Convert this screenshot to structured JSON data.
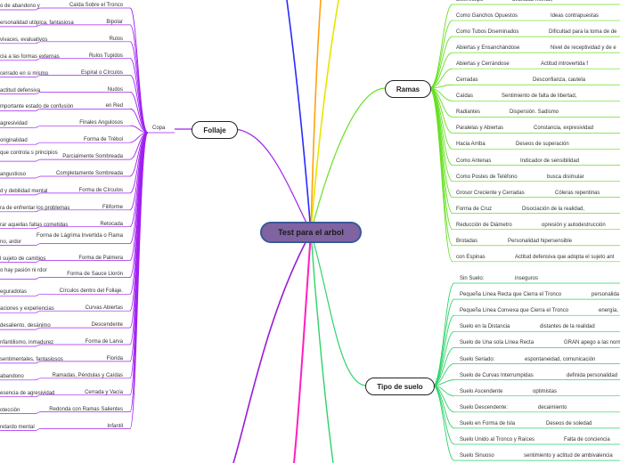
{
  "title": "Test para el arbol",
  "colors": {
    "follaje": "#a020f0",
    "ramas": "#66e021",
    "suelo": "#2ed36a",
    "central_fill": "#8064a2",
    "central_border": "#3b5998",
    "magenta": "#ff1fbf",
    "orange": "#ffa010",
    "yellow": "#e6e600",
    "blue": "#2a2aff",
    "purple_dark": "#9a1ad6"
  },
  "follaje": {
    "label": "Follaje",
    "copa": "Copa",
    "items": [
      {
        "name": "Caída Sobre el Tronco",
        "detail": "o de abandono y"
      },
      {
        "name": "Bipolar",
        "detail": "ersonalidad utópica, fantasiosa"
      },
      {
        "name": "Rulos",
        "detail": "vivaces, evaluativos"
      },
      {
        "name": "Rulos Tupidos",
        "detail": "cia a las formas externas"
      },
      {
        "name": "Espiral o Círculos",
        "detail": "cerrado en si mismo"
      },
      {
        "name": "Nudos",
        "detail": "actitud defensiva"
      },
      {
        "name": "en Red",
        "detail": "mportante estado de confusión"
      },
      {
        "name": "Finales Angulosos",
        "detail": "agresividad"
      },
      {
        "name": "Forma de Trébol",
        "detail": "originalidad"
      },
      {
        "name": "Parcialmente Sombreada",
        "detail": "que controla\ns principios"
      },
      {
        "name": "Completamente Sombreada",
        "detail": "angustioso"
      },
      {
        "name": "Forma de Círculos",
        "detail": "d y debilidad mental"
      },
      {
        "name": "Filiforme",
        "detail": "ra de enfrentar los problemas"
      },
      {
        "name": "Retocada",
        "detail": "rar aquellas faltas cometidas"
      },
      {
        "name": "Forma de Lágrima Invertida\no Flama",
        "detail": "no, ardor"
      },
      {
        "name": "Forma de Palmera",
        "detail": "l sujeto de cambios"
      },
      {
        "name": "Forma de Sauce Llorón",
        "detail": "o hay pasión ni\nrdor"
      },
      {
        "name": "Círculos dentro del Follaje.",
        "detail": "eguradotas"
      },
      {
        "name": "Curvas Abiertas",
        "detail": "aciones y experiencias"
      },
      {
        "name": "Descendente",
        "detail": "desaliento, desánimo"
      },
      {
        "name": "Forma de Larva",
        "detail": "nfantilismo, inmadurez"
      },
      {
        "name": "Florida",
        "detail": "sentimentales, fantasiosos"
      },
      {
        "name": "Ramadas, Péndulas y Caídas",
        "detail": "abandono"
      },
      {
        "name": "Cerrada y Vacía",
        "detail": "esencia de agresividad"
      },
      {
        "name": "Redonda con Ramas Salientes",
        "detail": "otección"
      },
      {
        "name": "Infantil",
        "detail": "retardo mental"
      }
    ]
  },
  "ramas": {
    "label": "Ramas",
    "items": [
      {
        "name": "Estereotipo",
        "detail": "debilidad mental,"
      },
      {
        "name": "Como Ganchos Opuestos",
        "detail": "Ideas contrapuestas"
      },
      {
        "name": "Como Tubos Diseminados",
        "detail": "Dificultad para la toma de de"
      },
      {
        "name": "Abiertas y Ensanchándose",
        "detail": "Nivel de receptividad y de e"
      },
      {
        "name": "Abiertas y Cerrándose",
        "detail": "Actitud introvertida f"
      },
      {
        "name": "Cerradas",
        "detail": "Desconfianza, cautela"
      },
      {
        "name": "Caídas",
        "detail": "Sentimiento de falta de libertad,"
      },
      {
        "name": "Radiantes",
        "detail": "Dispersión. Sadismo"
      },
      {
        "name": "Paralelas y Abiertas",
        "detail": "Constancia, expresividad"
      },
      {
        "name": "Hacia Arriba",
        "detail": "Deseos de superación"
      },
      {
        "name": "Como Antenas",
        "detail": "Indicador de sensibilidad"
      },
      {
        "name": "Como Postes de Teléfono",
        "detail": "busca disimular"
      },
      {
        "name": "Grosor Creciente y Cerradas",
        "detail": "Cóleras repentinas"
      },
      {
        "name": "Forma de Cruz",
        "detail": "Disociación de la realidad,"
      },
      {
        "name": "Reducción de Diámetro",
        "detail": "opresión y autodestrucción"
      },
      {
        "name": "Brotadas",
        "detail": "Personalidad hipersensible"
      },
      {
        "name": "con Espinas",
        "detail": "Actitud defensiva que adopta el sujeto ant"
      }
    ]
  },
  "suelo": {
    "label": "Tipo de suelo",
    "items": [
      {
        "name": "Sin Suelo:",
        "detail": "inseguros"
      },
      {
        "name": "Pequeña Línea Recta que Cierra el Tronco",
        "detail": "personalida"
      },
      {
        "name": "Pequeña Línea Convexa que Cierra el Tronco",
        "detail": "energía,"
      },
      {
        "name": "Suelo en la Distancia",
        "detail": "distantes de la realidad"
      },
      {
        "name": "Suelo de Una sola Línea Recta",
        "detail": "GRAN apego a las norm"
      },
      {
        "name": "Suelo Seriado:",
        "detail": "espontaneidad, comunicación"
      },
      {
        "name": "Suelo de Curvas Interrumpidas",
        "detail": "definida personalidad"
      },
      {
        "name": "Suelo Ascendente",
        "detail": "optimistas"
      },
      {
        "name": "Suelo Descendente:",
        "detail": "decaimiento"
      },
      {
        "name": "Suelo en Forma de Isla",
        "detail": "Deseos de soledad"
      },
      {
        "name": "Suelo Unido al Tronco y Raíces",
        "detail": "Falta de conciencia"
      },
      {
        "name": "Suelo Sinuoso",
        "detail": "sentimiento y actitud de ambivalencia"
      }
    ]
  }
}
